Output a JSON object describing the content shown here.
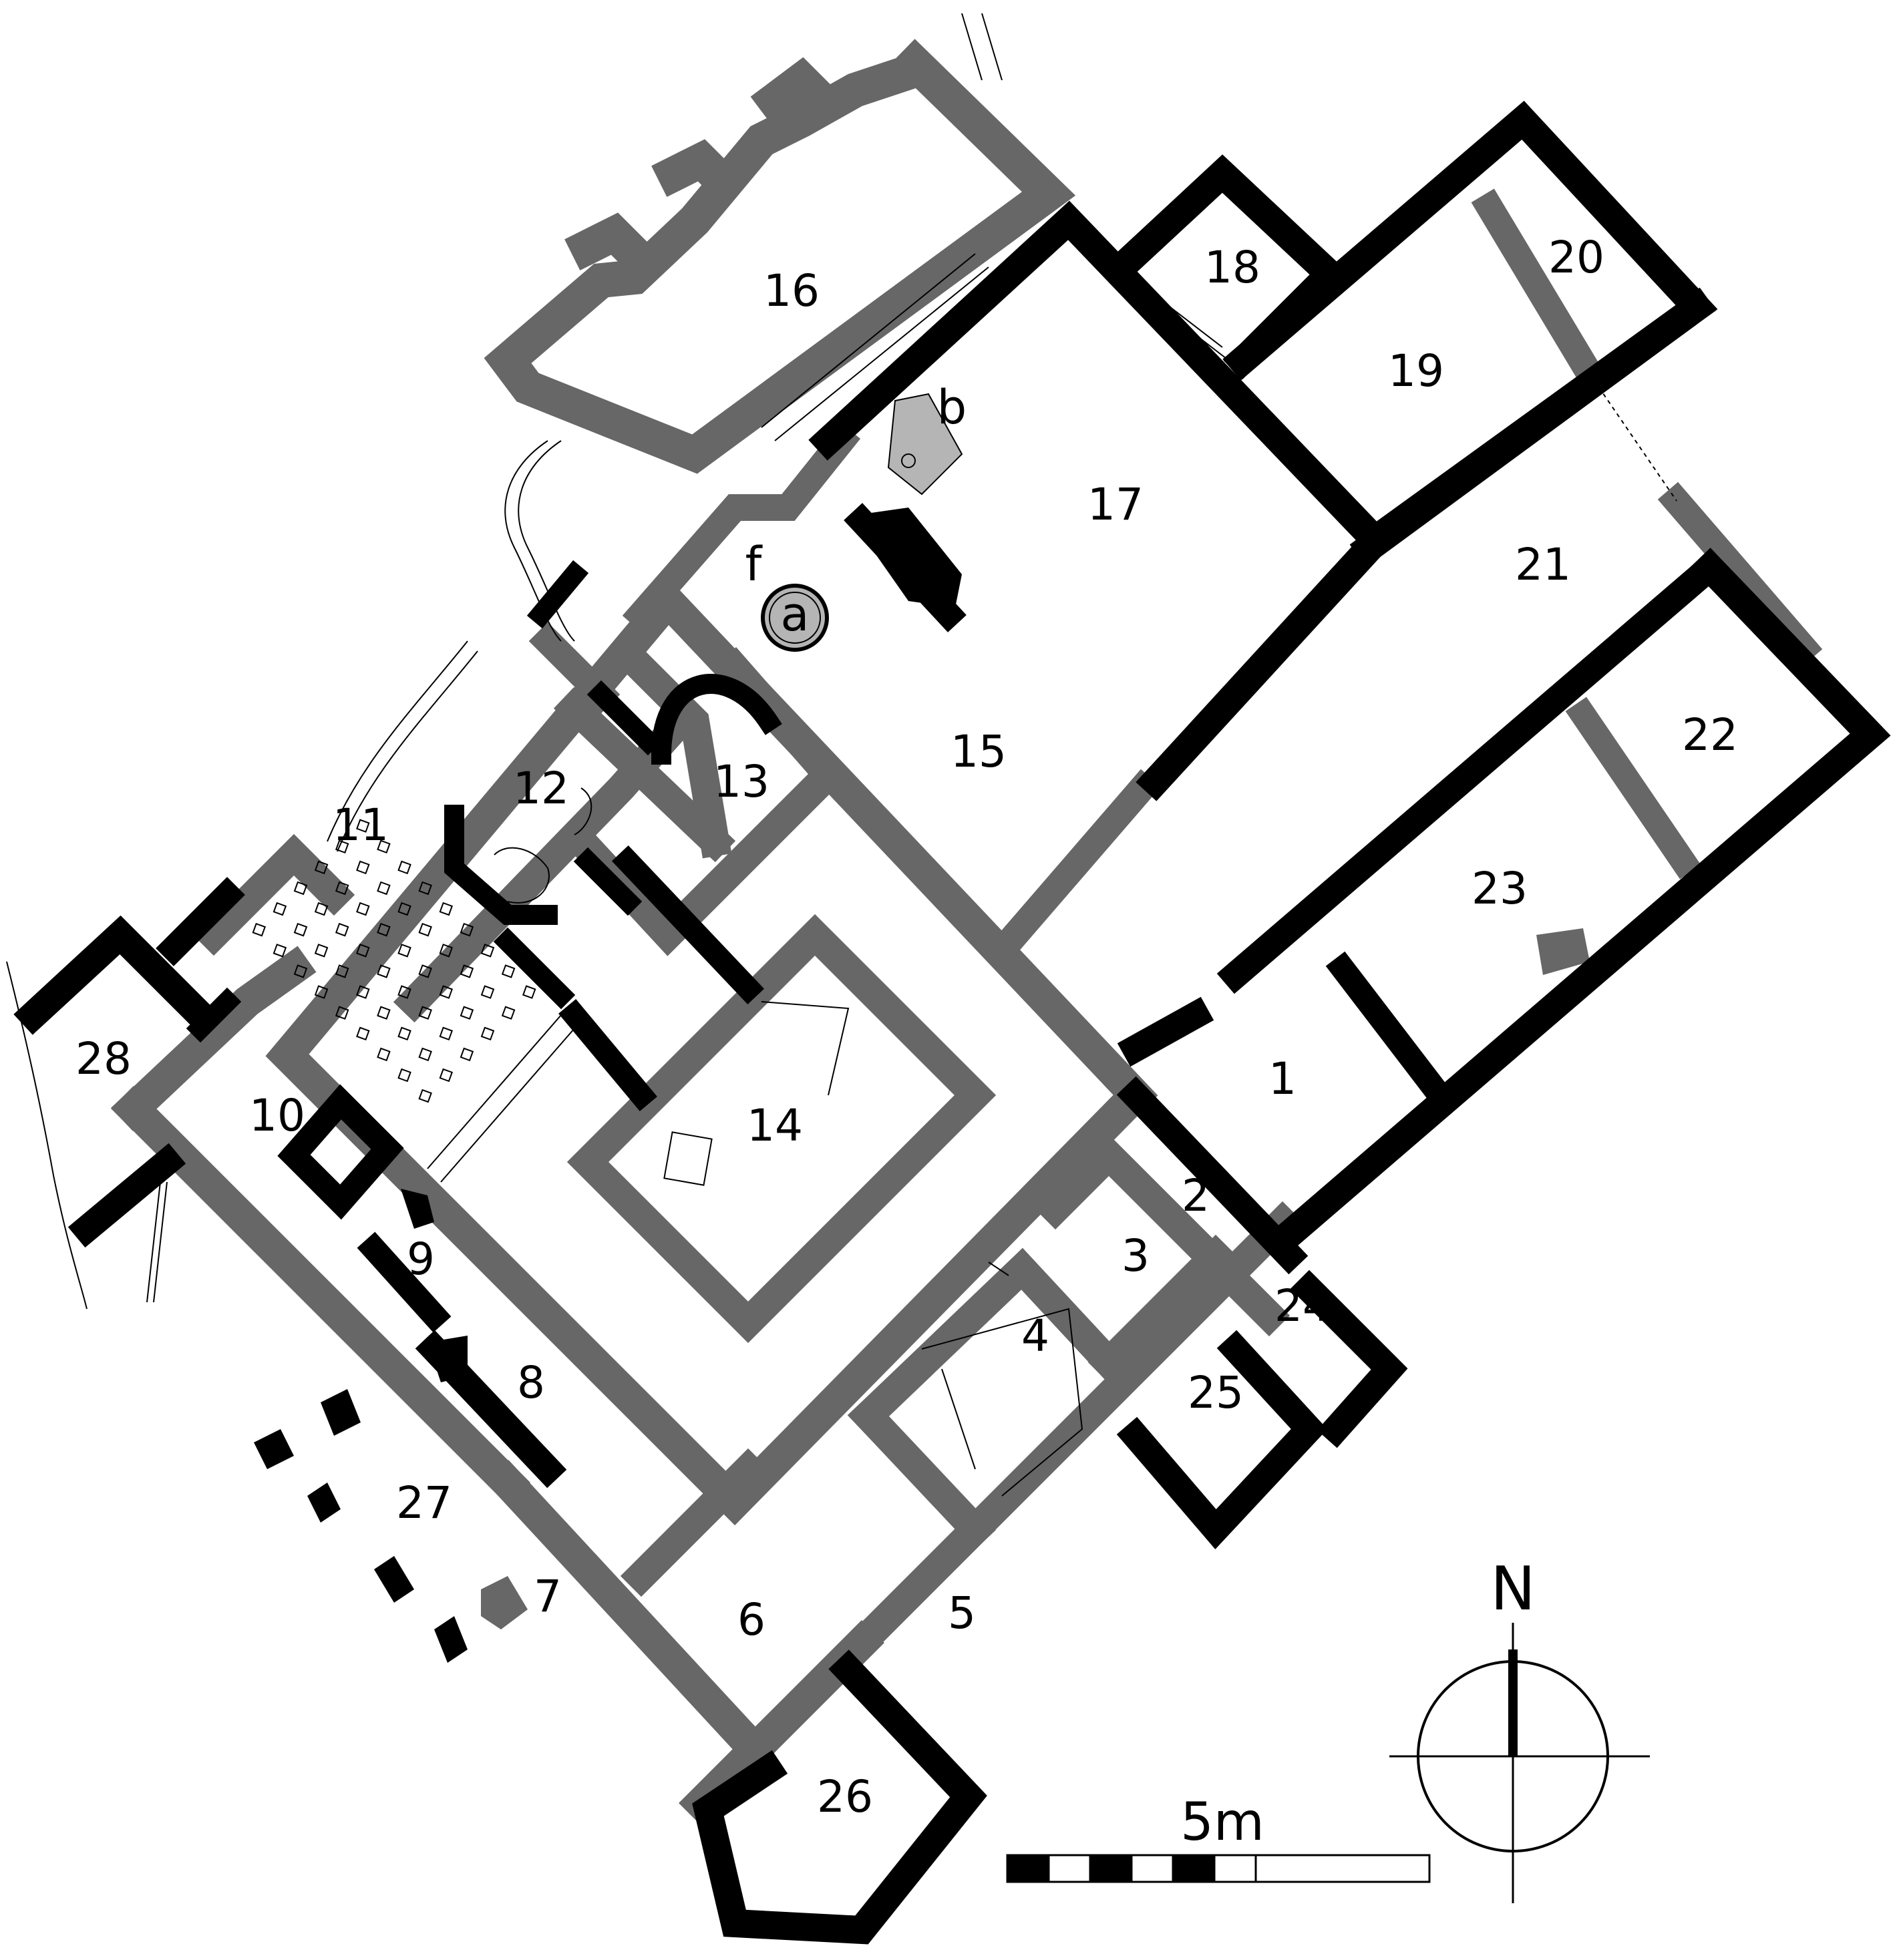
{
  "colors": {
    "wall_black": "#000000",
    "wall_grey": "#676767",
    "feature_light": "#b5b5b5",
    "background": "#ffffff"
  },
  "rooms": [
    {
      "id": "room-1",
      "label": "1"
    },
    {
      "id": "room-2",
      "label": "2"
    },
    {
      "id": "room-3",
      "label": "3"
    },
    {
      "id": "room-4",
      "label": "4"
    },
    {
      "id": "room-5",
      "label": "5"
    },
    {
      "id": "room-6",
      "label": "6"
    },
    {
      "id": "room-7",
      "label": "7"
    },
    {
      "id": "room-8",
      "label": "8"
    },
    {
      "id": "room-9",
      "label": "9"
    },
    {
      "id": "room-10",
      "label": "10"
    },
    {
      "id": "room-11",
      "label": "11"
    },
    {
      "id": "room-12",
      "label": "12"
    },
    {
      "id": "room-13",
      "label": "13"
    },
    {
      "id": "room-14",
      "label": "14"
    },
    {
      "id": "room-15",
      "label": "15"
    },
    {
      "id": "room-16",
      "label": "16"
    },
    {
      "id": "room-17",
      "label": "17"
    },
    {
      "id": "room-18",
      "label": "18"
    },
    {
      "id": "room-19",
      "label": "19"
    },
    {
      "id": "room-20",
      "label": "20"
    },
    {
      "id": "room-21",
      "label": "21"
    },
    {
      "id": "room-22",
      "label": "22"
    },
    {
      "id": "room-23",
      "label": "23"
    },
    {
      "id": "room-24",
      "label": "24"
    },
    {
      "id": "room-25",
      "label": "25"
    },
    {
      "id": "room-26",
      "label": "26"
    },
    {
      "id": "room-27",
      "label": "27"
    },
    {
      "id": "room-28",
      "label": "28"
    }
  ],
  "features": [
    {
      "id": "feature-a",
      "label": "a"
    },
    {
      "id": "feature-b",
      "label": "b"
    },
    {
      "id": "feature-f",
      "label": "f"
    }
  ],
  "scale_bar": {
    "label": "5m",
    "segments": 7
  },
  "north_arrow": {
    "label": "N",
    "icon": "north-arrow-icon"
  }
}
